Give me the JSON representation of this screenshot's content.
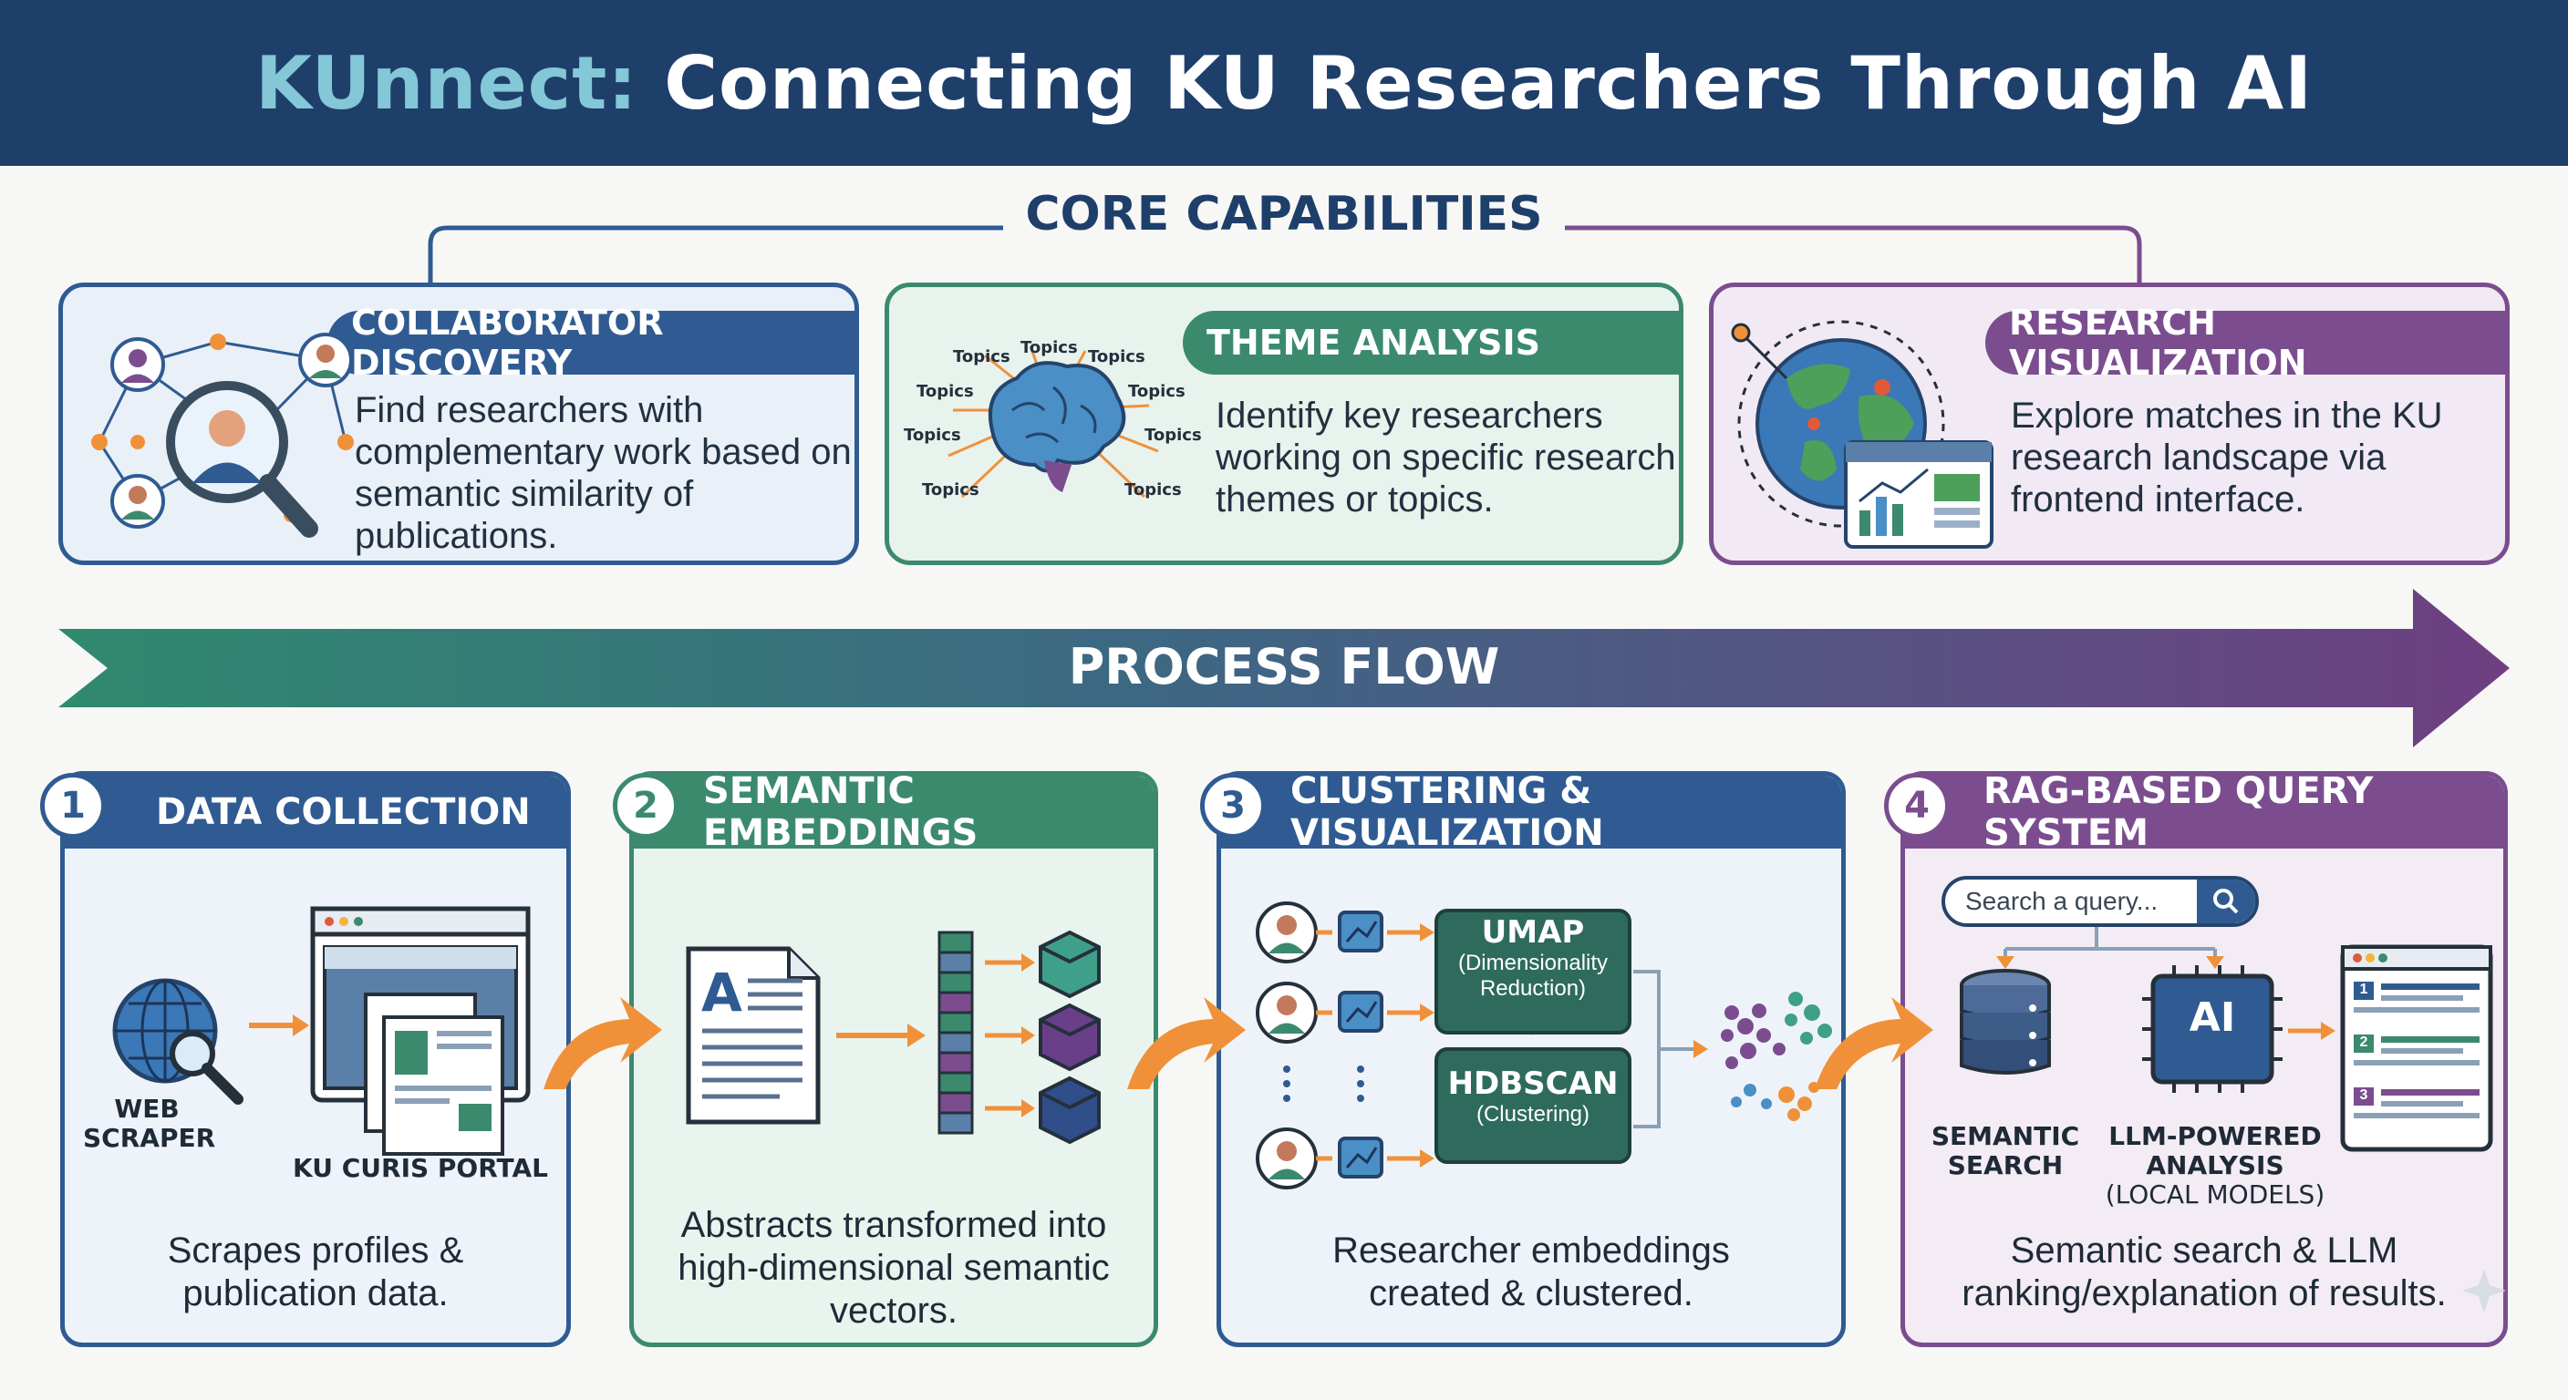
{
  "header": {
    "brand": "KUnnect:",
    "title_rest": " Connecting KU Researchers Through AI"
  },
  "core": {
    "title": "CORE CAPABILITIES",
    "cards": [
      {
        "title": "COLLABORATOR DISCOVERY",
        "lines": [
          "Find researchers with",
          "complementary work based on",
          "semantic similarity of",
          "publications."
        ]
      },
      {
        "title": "THEME ANALYSIS",
        "lines": [
          "Identify key researchers",
          "working on specific research",
          "themes or topics."
        ],
        "topic_label": "Topics"
      },
      {
        "title": "RESEARCH VISUALIZATION",
        "lines": [
          "Explore matches in the KU",
          "research landscape via",
          "frontend interface."
        ]
      }
    ]
  },
  "flow": {
    "title": "PROCESS FLOW"
  },
  "steps": [
    {
      "num": "1",
      "title": "DATA COLLECTION",
      "labels": {
        "scraper_1": "WEB",
        "scraper_2": "SCRAPER",
        "portal": "KU CURIS PORTAL"
      },
      "desc": [
        "Scrapes profiles &",
        "publication data."
      ]
    },
    {
      "num": "2",
      "title": "SEMANTIC EMBEDDINGS",
      "desc": [
        "Abstracts transformed into",
        "high-dimensional semantic",
        "vectors."
      ]
    },
    {
      "num": "3",
      "title": "CLUSTERING & VISUALIZATION",
      "umap": {
        "name": "UMAP",
        "sub_1": "(Dimensionality",
        "sub_2": "Reduction)"
      },
      "hdbscan": {
        "name": "HDBSCAN",
        "sub": "(Clustering)"
      },
      "desc": [
        "Researcher embeddings",
        "created & clustered."
      ]
    },
    {
      "num": "4",
      "title": "RAG-BASED QUERY SYSTEM",
      "search_placeholder": "Search a query...",
      "labels": {
        "semantic_1": "SEMANTIC",
        "semantic_2": "SEARCH",
        "llm_1": "LLM-POWERED",
        "llm_2": "ANALYSIS",
        "llm_3": "(LOCAL MODELS)",
        "ai": "AI"
      },
      "result_nums": [
        "1",
        "2",
        "3"
      ],
      "desc": [
        "Semantic search & LLM",
        "ranking/explanation of results."
      ]
    }
  ],
  "colors": {
    "navy": "#1f3f6b",
    "blue": "#2f5b92",
    "green": "#3b8a6e",
    "purple": "#7b4d8f",
    "orange": "#f0913a"
  }
}
